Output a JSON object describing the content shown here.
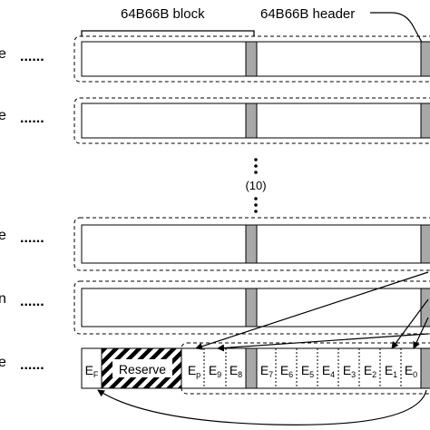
{
  "labels": {
    "block": "64B66B block",
    "header": "64B66B header",
    "ten": "(10)",
    "reserve": "Reserve"
  },
  "rows": [
    {
      "edge_char": "e",
      "dots": "......"
    },
    {
      "edge_char": "e",
      "dots": "......"
    },
    {
      "edge_char": "e",
      "dots": "......"
    },
    {
      "edge_char": "n",
      "dots": "......"
    },
    {
      "edge_char": "e",
      "dots": "......"
    }
  ],
  "fields": {
    "ef": {
      "main": "E",
      "sub": "F"
    },
    "ep": {
      "main": "E",
      "sub": "p"
    },
    "e9": {
      "main": "E",
      "sub": "9"
    },
    "e8": {
      "main": "E",
      "sub": "8"
    },
    "e7": {
      "main": "E",
      "sub": "7"
    },
    "e6": {
      "main": "E",
      "sub": "6"
    },
    "e5": {
      "main": "E",
      "sub": "5"
    },
    "e4": {
      "main": "E",
      "sub": "4"
    },
    "e3": {
      "main": "E",
      "sub": "3"
    },
    "e2": {
      "main": "E",
      "sub": "2"
    },
    "e1": {
      "main": "E",
      "sub": "1"
    },
    "e0": {
      "main": "E",
      "sub": "0"
    }
  },
  "colors": {
    "header_fill": "#a8a8a8",
    "line": "#000000"
  }
}
